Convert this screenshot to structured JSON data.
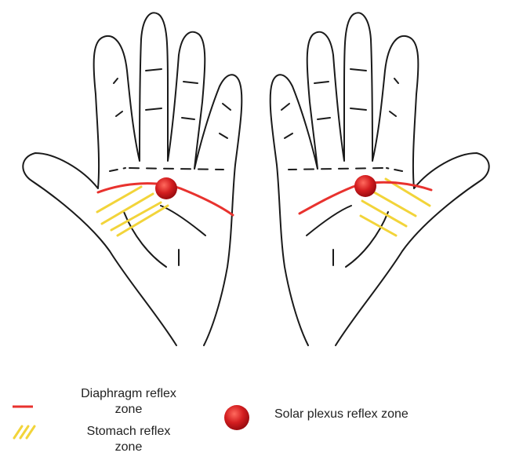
{
  "legend": {
    "diaphragm_line1": "Diaphragm reflex",
    "diaphragm_line2": "zone",
    "stomach_line1": "Stomach reflex",
    "stomach_line2": "zone",
    "solar_plexus": "Solar plexus reflex zone"
  },
  "colors": {
    "diaphragm": "#e8322e",
    "stomach": "#f2d43a",
    "solar_plexus": "#c8161b",
    "outline": "#1a1a1a"
  }
}
